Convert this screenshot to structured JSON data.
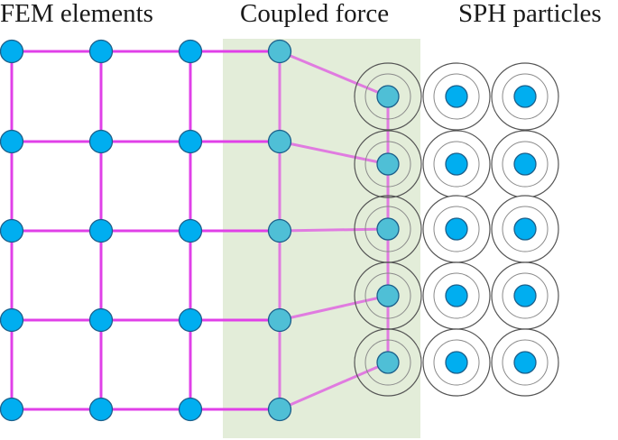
{
  "labels": {
    "fem": "FEM elements",
    "coupled": "Coupled force",
    "sph": "SPH particles"
  },
  "colors": {
    "grid_line": "#e040e8",
    "coupling_line": "#e07be0",
    "fem_node": "#00aef0",
    "coupled_node": "#4fbfd6",
    "sph_inner": "#00aef0",
    "node_stroke": "#1c5f8a",
    "coupling_region": "#e3edd9",
    "ring_stroke": "#555555",
    "ring_inner_stroke": "#8a8a8a"
  },
  "diagram": {
    "fem_grid": {
      "rows": 5,
      "cols": 3
    },
    "coupled_nodes": 5,
    "interface_particles": 5,
    "sph_particles": {
      "rows": 5,
      "cols": 2
    }
  }
}
